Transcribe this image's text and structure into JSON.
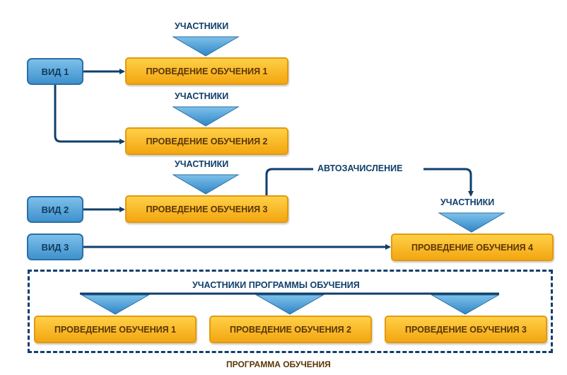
{
  "views": [
    "ВИД 1",
    "ВИД 2",
    "ВИД 3"
  ],
  "sessions": [
    "ПРОВЕДЕНИЕ ОБУЧЕНИЯ 1",
    "ПРОВЕДЕНИЕ ОБУЧЕНИЯ 2",
    "ПРОВЕДЕНИЕ ОБУЧЕНИЯ 3",
    "ПРОВЕДЕНИЕ ОБУЧЕНИЯ 4"
  ],
  "participants_label": "УЧАСТНИКИ",
  "auto_enroll_label": "АВТОЗАЧИСЛЕНИЕ",
  "program": {
    "participants_label": "УЧАСТНИКИ ПРОГРАММЫ ОБУЧЕНИЯ",
    "sessions": [
      "ПРОВЕДЕНИЕ ОБУЧЕНИЯ 1",
      "ПРОВЕДЕНИЕ ОБУЧЕНИЯ 2",
      "ПРОВЕДЕНИЕ ОБУЧЕНИЯ 3"
    ],
    "caption": "ПРОГРАММА ОБУЧЕНИЯ"
  },
  "colors": {
    "view_fill": "#4f9fd6",
    "session_fill": "#f8b824",
    "triangle_fill": "#4fa3da",
    "connector": "#0f3f6b"
  }
}
